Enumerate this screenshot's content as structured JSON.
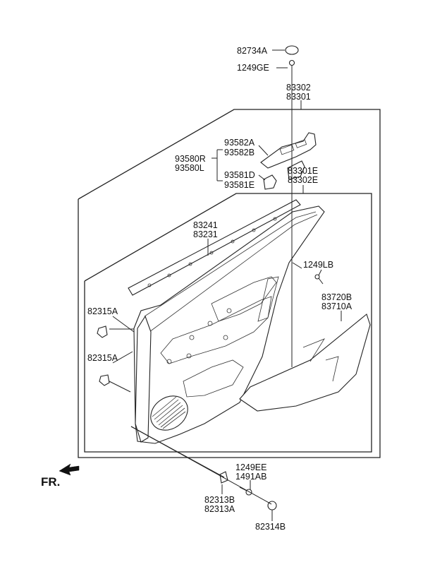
{
  "labels": {
    "l_82734A": "82734A",
    "l_1249GE": "1249GE",
    "l_83302": "83302",
    "l_83301": "83301",
    "l_93582A": "93582A",
    "l_93582B": "93582B",
    "l_93580R": "93580R",
    "l_93580L": "93580L",
    "l_93581D": "93581D",
    "l_93581E": "93581E",
    "l_83301E": "83301E",
    "l_83302E": "83302E",
    "l_83241": "83241",
    "l_83231": "83231",
    "l_1249LB": "1249LB",
    "l_83720B": "83720B",
    "l_83710A": "83710A",
    "l_82315A_1": "82315A",
    "l_82315A_2": "82315A",
    "l_1249EE": "1249EE",
    "l_1491AB": "1491AB",
    "l_82313B": "82313B",
    "l_82313A": "82313A",
    "l_82314B": "82314B",
    "fr": "FR."
  }
}
